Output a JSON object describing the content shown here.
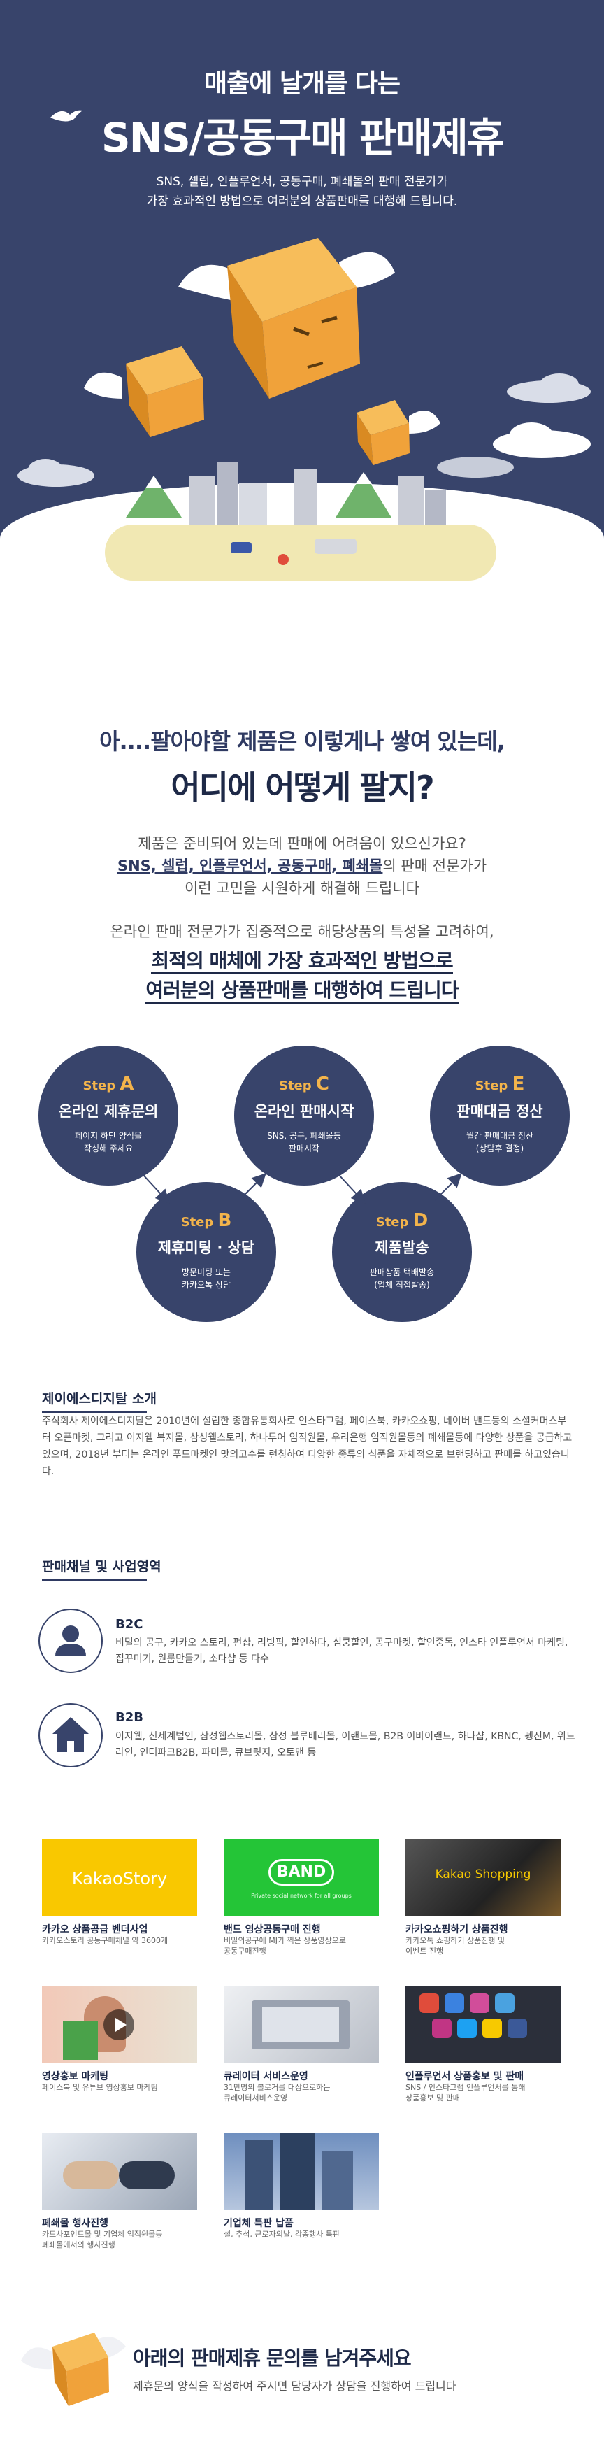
{
  "hero": {
    "title_small": "매출에 날개를 다는",
    "title_big": "SNS/공동구매 판매제휴",
    "desc_line1": "SNS, 셀럽, 인플루언서, 공동구매, 폐쇄몰의 판매 전문가가",
    "desc_line2": "가장 효과적인 방법으로 여러분의 상품판매를 대행해 드립니다."
  },
  "problem": {
    "line1": "아....팔아야할 제품은 이렇게나 쌓여 있는데,",
    "line2": "어디에 어떻게 팔지?",
    "p1": "제품은 준비되어 있는데 판매에 어려움이 있으신가요?",
    "p2_hl": "SNS, 셀럽, 인플루언서, 공동구매, 폐쇄몰",
    "p2_rest": "의 판매 전문가가",
    "p3": "이런 고민을 시원하게 해결해 드립니다",
    "p4": "온라인 판매 전문가가 집중적으로 해당상품의 특성을 고려하여,",
    "big1": "최적의 매체에 가장 효과적인 방법으로",
    "big2": "여러분의 상품판매를 대행하여 드립니다"
  },
  "steps": [
    {
      "prefix": "Step ",
      "letter": "A",
      "title": "온라인 제휴문의",
      "desc1": "페이지 하단 양식을",
      "desc2": "작성해 주세요"
    },
    {
      "prefix": "Step ",
      "letter": "B",
      "title": "제휴미팅 · 상담",
      "desc1": "방문미팅 또는",
      "desc2": "카카오톡 상담"
    },
    {
      "prefix": "Step ",
      "letter": "C",
      "title": "온라인 판매시작",
      "desc1": "SNS, 공구, 폐쇄몰등",
      "desc2": "판매시작"
    },
    {
      "prefix": "Step ",
      "letter": "D",
      "title": "제품발송",
      "desc1": "판매상품 택배발송",
      "desc2": "(업체 직접발송)"
    },
    {
      "prefix": "Step ",
      "letter": "E",
      "title": "판매대금 정산",
      "desc1": "월간 판매대금 정산",
      "desc2": "(상담후 결정)"
    }
  ],
  "company": {
    "heading": "제이에스디지탈 소개",
    "intro": "주식회사 제이에스디지탈은 2010년에 설립한 종합유통회사로 인스타그램, 페이스북, 카카오쇼핑, 네이버 밴드등의 소셜커머스부터 오픈마켓, 그리고 이지웰 복지몰, 삼성웰스토리, 하나투어 임직원몰, 우리은행 임직원몰등의 폐쇄몰등에 다양한 상품을 공급하고 있으며, 2018년 부터는 온라인 푸드마켓인 맛의고수를 런칭하여 다양한 종류의 식품을 자체적으로 브랜딩하고 판매를 하고있습니다."
  },
  "channels": {
    "heading": "판매채널 및 사업영역",
    "items": [
      {
        "icon": "person-icon",
        "title": "B2C",
        "desc": "비밀의 공구, 카카오 스토리, 펀샵, 리빙픽, 할인하다, 심쿵할인, 공구마켓, 할인중독, 인스타 인플루언서 마케팅, 집꾸미기, 원룸만들기, 소다샵 등 다수"
      },
      {
        "icon": "house-icon",
        "title": "B2B",
        "desc": "이지웰, 신세계법인, 삼성웰스토리몰, 삼성 블루베리몰, 이랜드몰, B2B 이바이랜드, 하나샵, KBNC, 펭진M, 위드라인, 인터파크B2B, 파미몰, 큐브릿지, 오토맨 등"
      }
    ]
  },
  "services": [
    {
      "img_label": "KakaoStory",
      "img_sub": "",
      "title": "카카오 상품공급 벤더사업",
      "desc1": "카카오스토리 공동구매채널 약 3600개",
      "desc2": ""
    },
    {
      "img_label": "BAND",
      "img_sub": "Private social network for all groups",
      "title": "밴드 영상공동구매 진행",
      "desc1": "비밀의공구에 MJ가 찍은 상품영상으로",
      "desc2": "공동구매진행"
    },
    {
      "img_label": "Kakao Shopping",
      "img_sub": "",
      "title": "카카오쇼핑하기 상품진행",
      "desc1": "카카오톡 쇼핑하기 상품진행 및",
      "desc2": "이벤트 진행"
    },
    {
      "img_label": "",
      "img_sub": "",
      "title": "영상홍보 마케팅",
      "desc1": "페이스북 및 유튜브 영상홍보 마케팅",
      "desc2": ""
    },
    {
      "img_label": "",
      "img_sub": "",
      "title": "큐레이터 서비스운영",
      "desc1": "31만명의 볼로거를 대상으로하는",
      "desc2": "큐레이터서비스운영"
    },
    {
      "img_label": "",
      "img_sub": "",
      "title": "인플루언서 상품홍보 및 판매",
      "desc1": "SNS / 인스타그램 인플루언서를 통해",
      "desc2": "상품홍보 및 판매"
    },
    {
      "img_label": "",
      "img_sub": "",
      "title": "폐쇄몰 행사진행",
      "desc1": "카드사포인트몰 및 기업체 임직원몰등",
      "desc2": "폐쇄몰에서의 행사진행"
    },
    {
      "img_label": "",
      "img_sub": "",
      "title": "기업체 특판 납품",
      "desc1": "설, 추석, 근로자의날, 각종행사 특판",
      "desc2": ""
    }
  ],
  "footer": {
    "title": "아래의 판매제휴 문의를 남겨주세요",
    "desc": "제휴문의 양식을 작성하여 주시면 담당자가 상담을 진행하여 드립니다"
  },
  "colors": {
    "navy": "#38446b",
    "orange": "#f3b44b",
    "box": "#f0a23a"
  }
}
